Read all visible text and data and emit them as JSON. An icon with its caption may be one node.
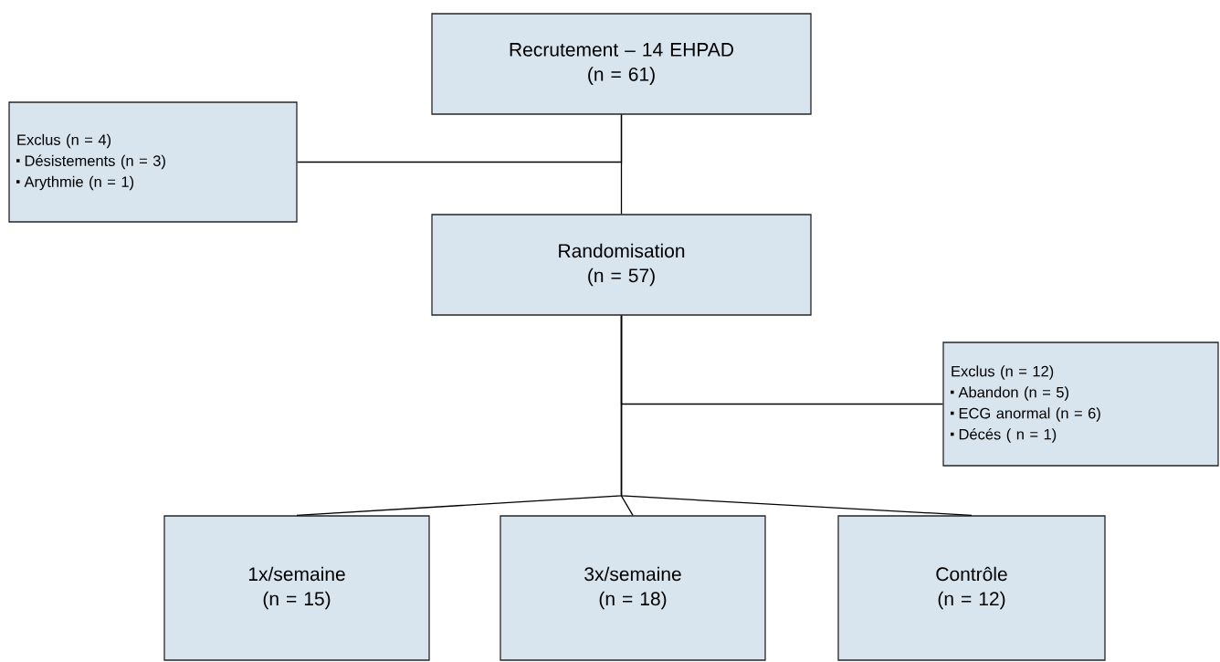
{
  "diagram": {
    "nodes": [
      {
        "text": [
          "Recrutement – 14 EHPAD",
          "(n = 61)"
        ]
      },
      {
        "text": [
          "Randomisation",
          "(n = 57)"
        ]
      },
      {
        "text": [
          "Exclus (n = 4)",
          "Désistements (n = 3)",
          "Arythmie (n = 1)"
        ]
      },
      {
        "text": [
          "Exclus (n = 12)",
          "Abandon (n = 5)",
          "ECG anormal (n = 6)",
          "Décés ( n = 1)"
        ]
      },
      {
        "text": [
          "1x/semaine",
          "(n = 15)"
        ]
      },
      {
        "text": [
          "3x/semaine",
          "(n = 18)"
        ]
      },
      {
        "text": [
          "Contrôle",
          "(n = 12)"
        ]
      }
    ],
    "edges": [
      {
        "from": 0,
        "to": 1,
        "arrow": "none"
      },
      {
        "from": 0,
        "to": 2,
        "arrow": "none"
      },
      {
        "from": 1,
        "to": 3,
        "arrow": "none"
      },
      {
        "from": 1,
        "to": 4,
        "arrow": "none"
      },
      {
        "from": 1,
        "to": 5,
        "arrow": "none"
      },
      {
        "from": 1,
        "to": 6,
        "arrow": "none"
      }
    ]
  }
}
